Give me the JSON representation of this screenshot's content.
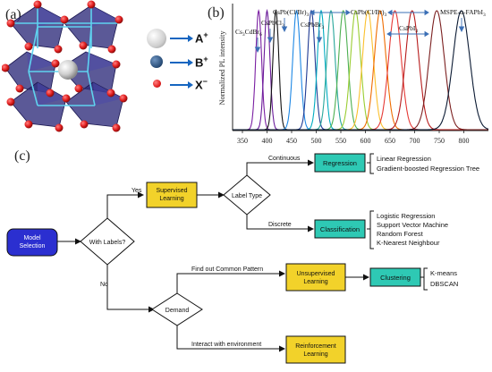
{
  "figure": {
    "panel_a": {
      "label": "(a)",
      "legend": [
        {
          "ion": "A",
          "charge": "+",
          "color": "#c9c9c9"
        },
        {
          "ion": "B",
          "charge": "+",
          "color": "#2a4f7a"
        },
        {
          "ion": "X",
          "charge": "−",
          "color": "#e21f1f"
        }
      ]
    },
    "panel_b": {
      "label": "(b)",
      "compound_labels": [
        "Cs3CdBr6",
        "CsPbCl3",
        "CsPb(Cl/Br)3",
        "CsPbBr3",
        "CsPb(Cl/Br)3",
        "CsPbI3",
        "MSPE-α-FAPbI3"
      ]
    },
    "panel_c": {
      "label": "(c)",
      "nodes": {
        "model_selection": "Model\nSelection",
        "with_labels": "With Labels?",
        "supervised": "Supervised\nLearning",
        "label_type": "Label Type",
        "regression": "Regression",
        "classification": "Classification",
        "demand": "Demand",
        "unsupervised": "Unsupervised\nLearning",
        "clustering": "Clustering",
        "reinforcement": "Reinforcement\nLearning"
      },
      "edge_labels": {
        "yes": "Yes",
        "no": "No",
        "continuous": "Continuous",
        "discrete": "Discrete",
        "common_pattern": "Find out Common Pattern",
        "interact": "Interact with environment"
      },
      "regression_methods": [
        "Linear Regression",
        "Gradient-boosted Regression Tree"
      ],
      "classification_methods": [
        "Logistic Regression",
        "Support Vector Machine",
        "Random Forest",
        "K-Nearest Neighbour"
      ],
      "clustering_methods": [
        "K-means",
        "DBSCAN"
      ]
    }
  },
  "chart_data": {
    "type": "line",
    "title": "",
    "xlabel": "",
    "ylabel": "Normalized PL intensity",
    "xlim": [
      330,
      850
    ],
    "xticks": [
      350,
      400,
      450,
      500,
      550,
      600,
      650,
      700,
      750,
      800
    ],
    "legend": "none",
    "grid": false,
    "series": [
      {
        "color": "#7a1fa2",
        "peak_nm": 383,
        "fwhm_nm": 14,
        "values_note": ""
      },
      {
        "color": "#6a1b9a",
        "peak_nm": 400,
        "fwhm_nm": 14
      },
      {
        "color": "#111111",
        "peak_nm": 418,
        "fwhm_nm": 14
      },
      {
        "color": "#1e88e5",
        "peak_nm": 460,
        "fwhm_nm": 18
      },
      {
        "color": "#1f3a93",
        "peak_nm": 490,
        "fwhm_nm": 18
      },
      {
        "color": "#00acc1",
        "peak_nm": 510,
        "fwhm_nm": 18
      },
      {
        "color": "#26a69a",
        "peak_nm": 530,
        "fwhm_nm": 20
      },
      {
        "color": "#4caf50",
        "peak_nm": 555,
        "fwhm_nm": 22
      },
      {
        "color": "#9acd32",
        "peak_nm": 580,
        "fwhm_nm": 24
      },
      {
        "color": "#fbc02d",
        "peak_nm": 605,
        "fwhm_nm": 26
      },
      {
        "color": "#ef6c00",
        "peak_nm": 630,
        "fwhm_nm": 28
      },
      {
        "color": "#e53935",
        "peak_nm": 660,
        "fwhm_nm": 30
      },
      {
        "color": "#b71c1c",
        "peak_nm": 695,
        "fwhm_nm": 32
      },
      {
        "color": "#7b1f1f",
        "peak_nm": 745,
        "fwhm_nm": 36
      },
      {
        "color": "#0b1a33",
        "peak_nm": 795,
        "fwhm_nm": 40
      }
    ]
  }
}
